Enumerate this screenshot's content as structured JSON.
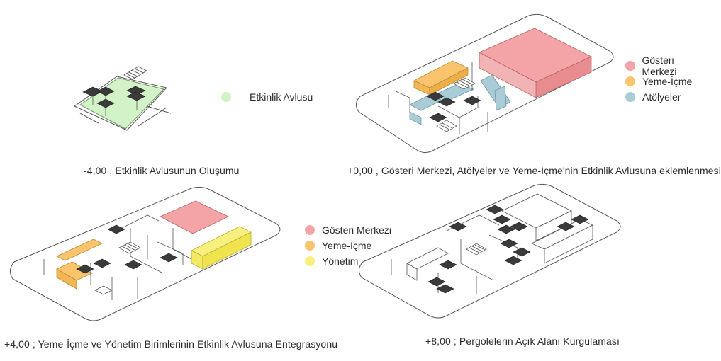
{
  "colors": {
    "gosteri": "#f4a3a6",
    "yeme": "#f9c46b",
    "atolye": "#a9ccd6",
    "yonetim": "#f7ef7e",
    "etkinlik": "#d2f2c7",
    "pergola": "#3a3a3a",
    "line": "#555555"
  },
  "panel1": {
    "caption": "-4,00 , Etkinlik Avlusunun Oluşumu",
    "legend": [
      {
        "label": "Etkinlik Avlusu",
        "color": "#d2f2c7"
      }
    ]
  },
  "panel2": {
    "caption": "+0,00 , Gösteri Merkezi, Atölyeler ve Yeme-İçme'nin Etkinlik Avlusuna eklemlenmesi",
    "legend": [
      {
        "label": "Gösteri Merkezi",
        "color": "#f4a3a6"
      },
      {
        "label": "Yeme-İçme",
        "color": "#f9c46b"
      },
      {
        "label": "Atölyeler",
        "color": "#a9ccd6"
      }
    ]
  },
  "panel3": {
    "caption": "+4,00 ; Yeme-İçme ve Yönetim Birimlerinin Etkinlik Avlusuna Entegrasyonu",
    "legend": [
      {
        "label": "Gösteri Merkezi",
        "color": "#f4a3a6"
      },
      {
        "label": "Yeme-İçme",
        "color": "#f9c46b"
      },
      {
        "label": "Yönetim",
        "color": "#f7ef7e"
      }
    ]
  },
  "panel4": {
    "caption": "+8,00 ; Pergolelerin Açık Alanı Kurgulaması"
  }
}
